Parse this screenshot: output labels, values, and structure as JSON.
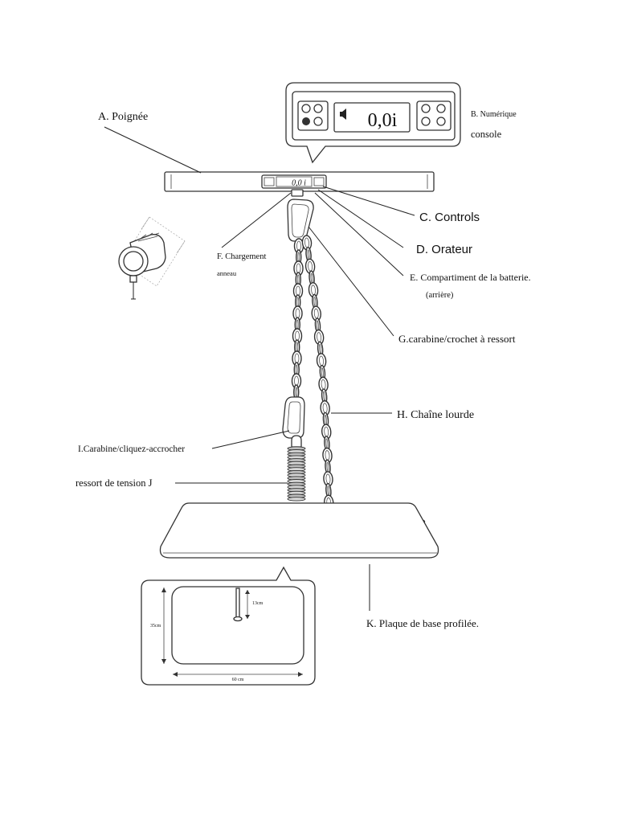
{
  "console": {
    "display": "0,0i",
    "mini_display": "0,0 i"
  },
  "labels": {
    "a": "A. Poignée",
    "b_line1": "B. Numérique",
    "b_line2": "console",
    "c": "C. Controls",
    "d": "D. Orateur",
    "e_line1": "E. Compartiment de la batterie.",
    "e_line2": "(arrière)",
    "f_line1": "F. Chargement",
    "f_line2": "anneau",
    "g": "G.carabine/crochet à ressort",
    "h": "H. Chaîne lourde",
    "i": "I.Carabine/cliquez-accrocher",
    "j": "ressort de tension J",
    "k": "K. Plaque de base profilée."
  },
  "dimensions": {
    "height": "35cm",
    "width": "60 cm",
    "rod": "13cm"
  }
}
